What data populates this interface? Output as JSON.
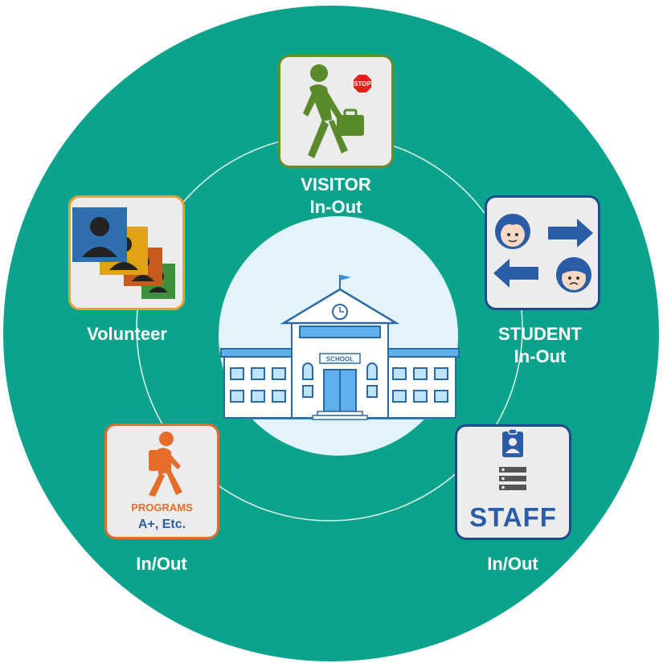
{
  "title": "",
  "colors": {
    "ring": "#0ba38b",
    "visitor_border": "#6d8b2c",
    "volunteer_border": "#ef9f2a",
    "student_border": "#1e4a8c",
    "programs_border": "#e36b2d",
    "staff_border": "#1e4a8c",
    "programs_text": "#e56d2b",
    "programs_subtext": "#2b5ca6",
    "staff_text": "#2b5ca6"
  },
  "center": {
    "building_sign": "SCHOOL",
    "icon": "school-building-icon"
  },
  "nodes": [
    {
      "id": "visitor",
      "icon": "walking-visitor-stop-icon",
      "caption_lines": [
        "VISITOR",
        "In-Out"
      ]
    },
    {
      "id": "student",
      "icon": "students-in-out-arrows-icon",
      "caption_lines": [
        "STUDENT",
        "In-Out"
      ]
    },
    {
      "id": "staff",
      "icon": "staff-badge-icon",
      "tile_text": "STAFF",
      "caption_lines": [
        "In/Out"
      ]
    },
    {
      "id": "programs",
      "icon": "programs-walking-person-icon",
      "tile_text": "PROGRAMS",
      "tile_subtext": "A+, Etc.",
      "caption_lines": [
        "In/Out"
      ]
    },
    {
      "id": "volunteer",
      "icon": "volunteer-profiles-icon",
      "caption_lines": [
        "Volunteer"
      ]
    }
  ]
}
